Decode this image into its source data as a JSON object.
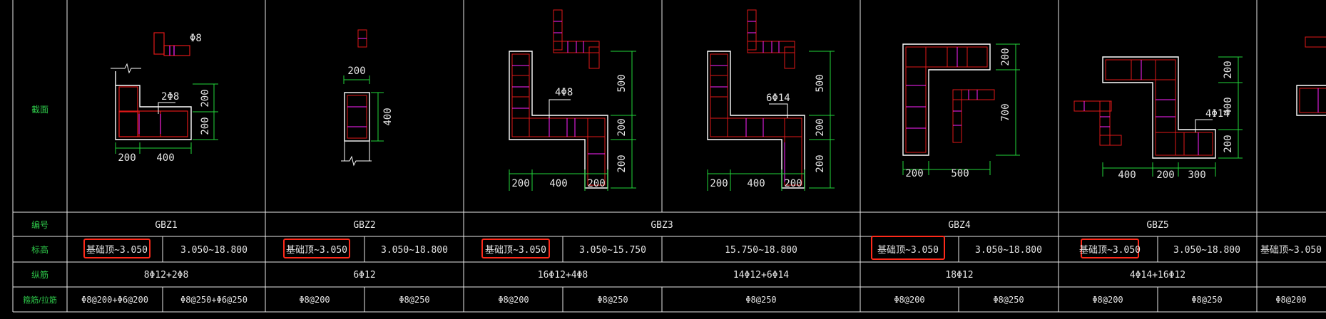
{
  "colors": {
    "grid": "#e8e8e8",
    "outline": "#ffffff",
    "rebar": "#e01818",
    "tie": "#ff22ff",
    "dimension": "#22d63a",
    "highlight": "#ff2a1a",
    "row_label": "#2ec94a",
    "text": "#e6e6e6"
  },
  "row_labels": {
    "section": "截面",
    "number": "编号",
    "elevation": "标高",
    "longitudinal": "纵筋",
    "stirrup": "箍筋/拉筋"
  },
  "columns": [
    {
      "id": "GBZ1",
      "elevations": [
        "基础顶~3.050",
        "3.050~18.800"
      ],
      "longitudinal": "8Φ12+2Φ8",
      "stirrups": [
        "Φ8@200+Φ6@200",
        "Φ8@250+Φ6@250"
      ],
      "section": {
        "dims_bottom": [
          "200",
          "400"
        ],
        "dims_right": [
          "200",
          "200"
        ],
        "notes": [
          "Φ8",
          "2Φ8"
        ]
      }
    },
    {
      "id": "GBZ2",
      "elevations": [
        "基础顶~3.050",
        "3.050~18.800"
      ],
      "longitudinal": "6Φ12",
      "stirrups": [
        "Φ8@200",
        "Φ8@250"
      ],
      "section": {
        "dims_top": [
          "200"
        ],
        "dims_right": [
          "400"
        ]
      }
    },
    {
      "id": "GBZ3",
      "elevations": [
        "基础顶~3.050",
        "3.050~15.750",
        "15.750~18.800"
      ],
      "longitudinal": [
        "16Φ12+4Φ8",
        "14Φ12+6Φ14"
      ],
      "stirrups": [
        "Φ8@200",
        "Φ8@250",
        "Φ8@250"
      ],
      "sections": [
        {
          "dims_bottom": [
            "200",
            "400",
            "200"
          ],
          "dims_right": [
            "500",
            "200",
            "200"
          ],
          "notes": [
            "4Φ8"
          ]
        },
        {
          "dims_bottom": [
            "200",
            "400",
            "200"
          ],
          "dims_right": [
            "500",
            "200",
            "200"
          ],
          "notes": [
            "6Φ14"
          ]
        }
      ]
    },
    {
      "id": "GBZ4",
      "elevations": [
        "基础顶~3.050",
        "3.050~18.800"
      ],
      "longitudinal": "18Φ12",
      "stirrups": [
        "Φ8@200",
        "Φ8@250"
      ],
      "section": {
        "dims_bottom": [
          "200",
          "500"
        ],
        "dims_right": [
          "200",
          "700"
        ]
      }
    },
    {
      "id": "GBZ5",
      "elevations": [
        "基础顶~3.050",
        "3.050~18.800"
      ],
      "longitudinal": "4Φ14+16Φ12",
      "stirrups": [
        "Φ8@200",
        "Φ8@250"
      ],
      "section": {
        "dims_bottom": [
          "400",
          "200",
          "300"
        ],
        "dims_right": [
          "200",
          "400",
          "200"
        ],
        "notes": [
          "4Φ14"
        ]
      }
    },
    {
      "id": "",
      "elevations": [
        "基础顶~3.050"
      ],
      "stirrups": [
        "Φ8@200"
      ]
    }
  ]
}
